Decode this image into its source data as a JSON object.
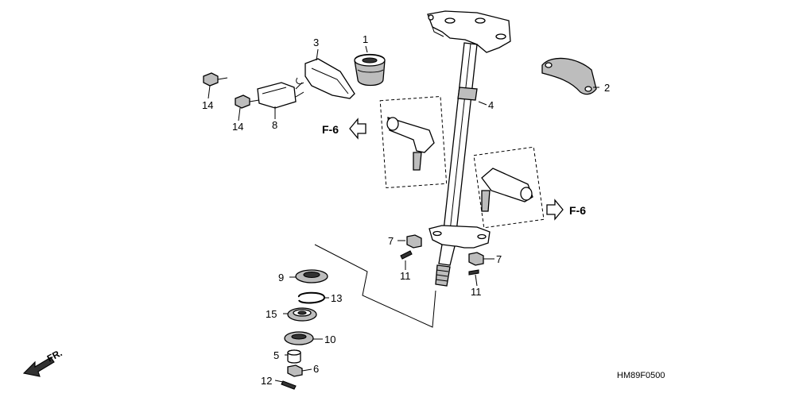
{
  "callouts": [
    {
      "id": "c1",
      "label": "1"
    },
    {
      "id": "c2",
      "label": "2"
    },
    {
      "id": "c3",
      "label": "3"
    },
    {
      "id": "c4",
      "label": "4"
    },
    {
      "id": "c5",
      "label": "5"
    },
    {
      "id": "c6",
      "label": "6"
    },
    {
      "id": "c7a",
      "label": "7"
    },
    {
      "id": "c7b",
      "label": "7"
    },
    {
      "id": "c8",
      "label": "8"
    },
    {
      "id": "c9",
      "label": "9"
    },
    {
      "id": "c10",
      "label": "10"
    },
    {
      "id": "c11a",
      "label": "11"
    },
    {
      "id": "c11b",
      "label": "11"
    },
    {
      "id": "c12",
      "label": "12"
    },
    {
      "id": "c13",
      "label": "13"
    },
    {
      "id": "c14a",
      "label": "14"
    },
    {
      "id": "c14b",
      "label": "14"
    },
    {
      "id": "c15",
      "label": "15"
    }
  ],
  "references": {
    "left": "F-6",
    "right": "F-6"
  },
  "front_arrow_label": "FR.",
  "diagram_code": "HM89F0500"
}
